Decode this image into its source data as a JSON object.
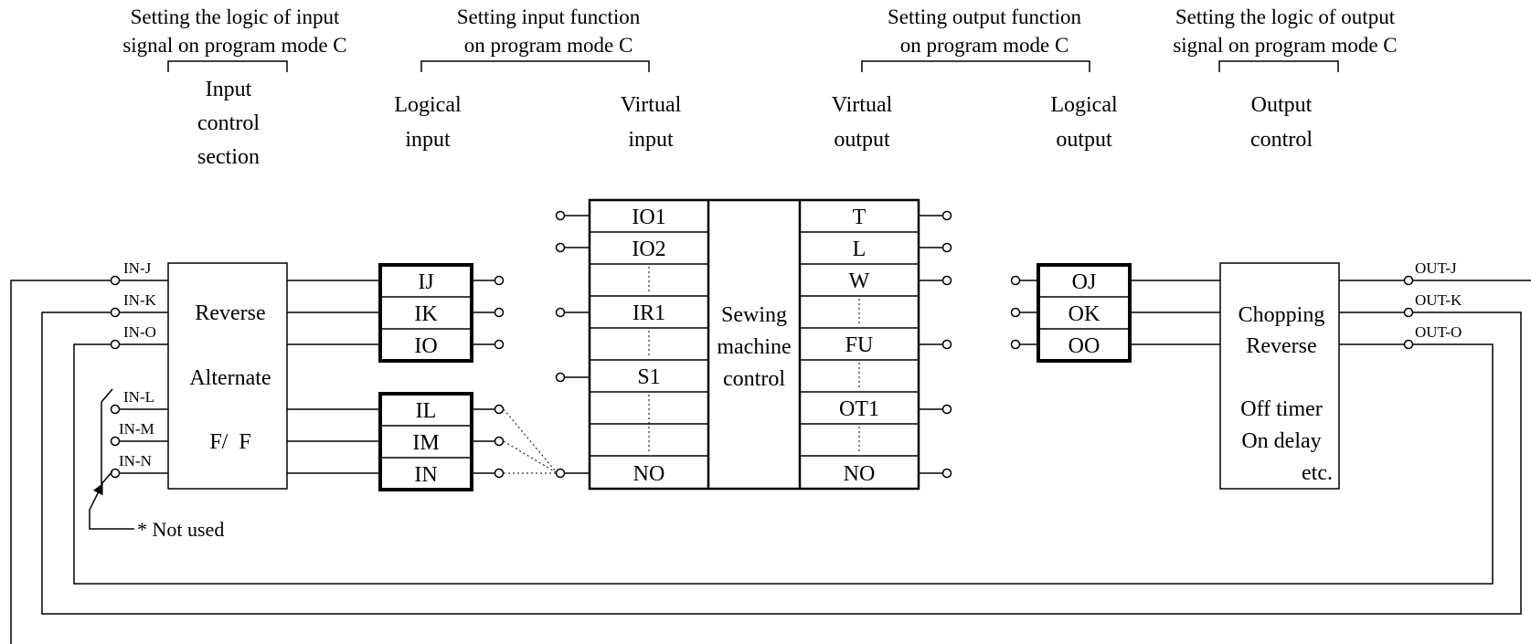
{
  "headers": {
    "input_logic": [
      "Setting the logic of input",
      "signal on program mode C"
    ],
    "input_function": [
      "Setting input function",
      "on program mode C"
    ],
    "output_function": [
      "Setting output function",
      "on program mode C"
    ],
    "output_logic": [
      "Setting the logic of output",
      "signal on program mode C"
    ]
  },
  "columns": {
    "input_control": [
      "Input",
      "control",
      "section"
    ],
    "logical_input": [
      "Logical",
      "input"
    ],
    "virtual_input": [
      "Virtual",
      "input"
    ],
    "virtual_output": [
      "Virtual",
      "output"
    ],
    "logical_output": [
      "Logical",
      "output"
    ],
    "output_control": [
      "Output",
      "control"
    ]
  },
  "input_pins": [
    "IN-J",
    "IN-K",
    "IN-O",
    "IN-L",
    "IN-M",
    "IN-N"
  ],
  "input_control_block": [
    "Reverse",
    "Alternate",
    "F/  F"
  ],
  "logical_inputs": [
    "IJ",
    "IK",
    "IO",
    "IL",
    "IM",
    "IN"
  ],
  "virtual_inputs": [
    "IO1",
    "IO2",
    "",
    "IR1",
    "",
    "S1",
    "",
    "",
    "NO"
  ],
  "sewing_control": [
    "Sewing",
    "machine",
    "control"
  ],
  "virtual_outputs": [
    "T",
    "L",
    "W",
    "",
    "FU",
    "",
    "OT1",
    "",
    "NO"
  ],
  "logical_outputs": [
    "OJ",
    "OK",
    "OO"
  ],
  "output_control_block": [
    "Chopping",
    "Reverse",
    "Off timer",
    "On delay",
    "etc."
  ],
  "output_pins": [
    "OUT-J",
    "OUT-K",
    "OUT-O"
  ],
  "note": "* Not used"
}
